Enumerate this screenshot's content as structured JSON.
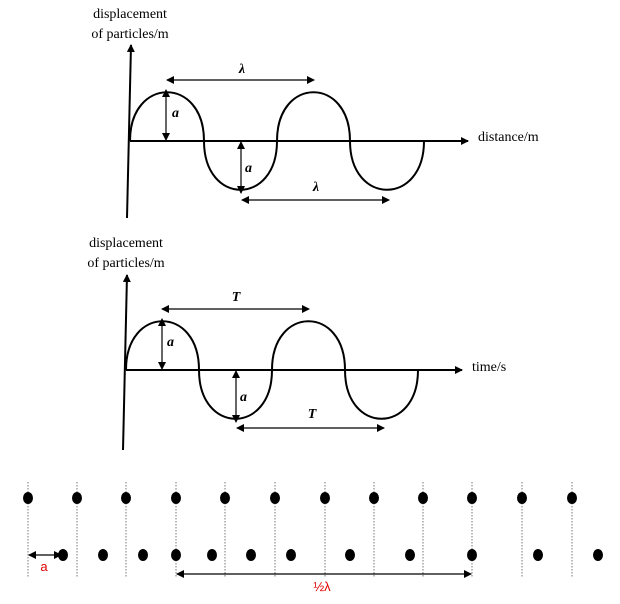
{
  "graph1": {
    "ylabel_line1": "displacement",
    "ylabel_line2": "of particles/m",
    "xlabel": "distance/m",
    "period_label_top": "λ",
    "period_label_bottom": "λ",
    "amp_label_1": "a",
    "amp_label_2": "a"
  },
  "graph2": {
    "ylabel_line1": "displacement",
    "ylabel_line2": "of particles/m",
    "xlabel": "time/s",
    "period_label_top": "T",
    "period_label_bottom": "T",
    "amp_label_1": "a",
    "amp_label_2": "a"
  },
  "particles": {
    "amplitude_label": "a",
    "half_wavelength_label": "½λ",
    "accent_color": "#e00000"
  }
}
